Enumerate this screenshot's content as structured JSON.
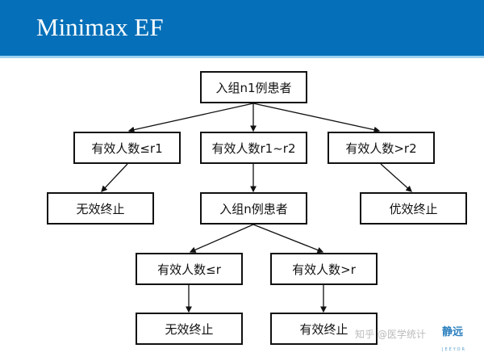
{
  "slide": {
    "title": "Minimax EF",
    "header_color": "#0570b9"
  },
  "diagram": {
    "nodes": {
      "enroll_n1": "入组n1例患者",
      "eff_le_r1": "有效人数≤r1",
      "eff_r1_r2": "有效人数r1~r2",
      "eff_gt_r2": "有效人数>r2",
      "stop_ineff_1": "无效终止",
      "enroll_n": "入组n例患者",
      "stop_eff_1": "优效终止",
      "eff_le_r": "有效人数≤r",
      "eff_gt_r": "有效人数>r",
      "stop_ineff_2": "无效终止",
      "stop_eff_2": "有效终止"
    }
  },
  "watermark": {
    "text": "知乎 @医学统计",
    "logo": "静远",
    "logo_sub": "JEEYOR"
  }
}
